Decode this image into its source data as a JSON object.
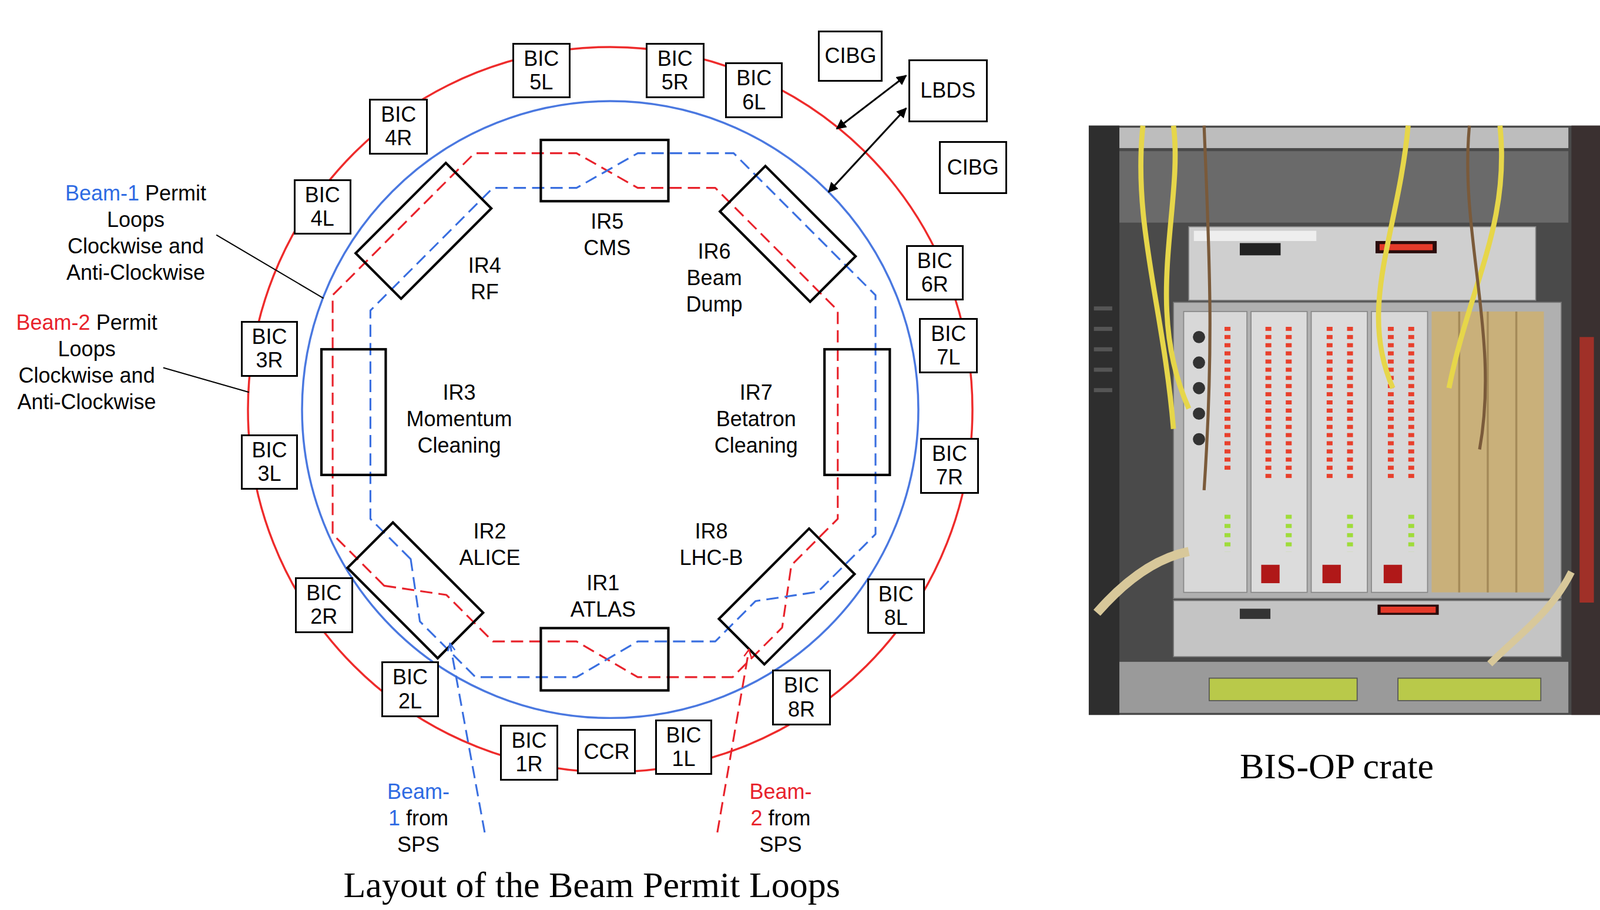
{
  "diagram": {
    "caption": "Layout of the Beam Permit Loops",
    "nodes": [
      {
        "text": [
          "BIC 5L"
        ]
      },
      {
        "text": [
          "BIC 5R"
        ]
      },
      {
        "text": [
          "CIBG"
        ]
      },
      {
        "text": [
          "BIC 6L"
        ]
      },
      {
        "text": [
          "LBDS"
        ]
      },
      {
        "text": [
          "BIC 4R"
        ]
      },
      {
        "text": [
          "CIBG"
        ]
      },
      {
        "text": [
          "BIC 4L"
        ]
      },
      {
        "text": [
          "BIC 6R"
        ]
      },
      {
        "text": [
          "BIC 3R"
        ]
      },
      {
        "text": [
          "BIC 7L"
        ]
      },
      {
        "text": [
          "BIC 3L"
        ]
      },
      {
        "text": [
          "BIC 7R"
        ]
      },
      {
        "text": [
          "BIC 2R"
        ]
      },
      {
        "text": [
          "BIC 8L"
        ]
      },
      {
        "text": [
          "BIC 2L"
        ]
      },
      {
        "text": [
          "BIC 8R"
        ]
      },
      {
        "text": [
          "BIC 1R"
        ]
      },
      {
        "text": [
          "CCR"
        ]
      },
      {
        "text": [
          "BIC 1L"
        ]
      }
    ],
    "labels": [
      "Beam-1",
      "Permit Loops Clockwise and Anti-Clockwise",
      "Beam-2",
      "Permit Loops Clockwise and Anti-Clockwise",
      "IR5 CMS",
      "IR4 RF",
      "IR6 Beam Dump",
      "IR3 Momentum Cleaning",
      "IR7 Betatron Cleaning",
      "IR2 ALICE",
      "IR8 LHC-B",
      "IR1 ATLAS",
      "Beam-1",
      "from SPS",
      "Beam-2",
      "from SPS",
      "BIS-OP crate"
    ]
  }
}
